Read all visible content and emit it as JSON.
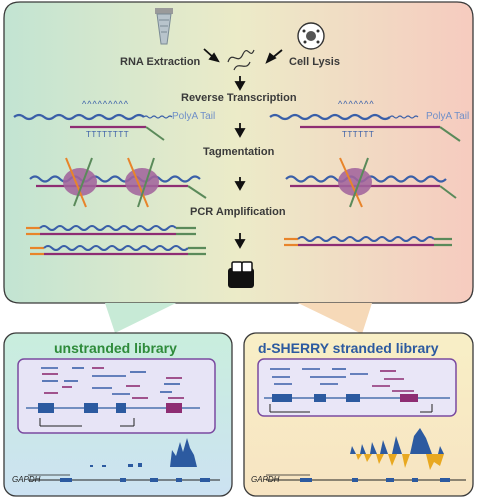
{
  "workflow": {
    "step_rna_extraction": "RNA Extraction",
    "step_cell_lysis": "Cell Lysis",
    "step_reverse_transcription": "Reverse Transcription",
    "step_tagmentation": "Tagmentation",
    "step_pcr_amplification": "PCR Amplification",
    "polya_tail_label": "PolyA Tail"
  },
  "libraries": {
    "unstranded_title": "unstranded library",
    "stranded_title": "d-SHERRY stranded library",
    "gene_label": "GAPDH"
  },
  "colors": {
    "rna_strand": "#3a5fa8",
    "cdna_strand": "#8e2d73",
    "adapter_orange": "#e8842a",
    "adapter_green": "#5a8a5a",
    "tn5": "#a2649c",
    "coverage_blue": "#2c5aa0",
    "coverage_yellow": "#e8a820",
    "unstranded_title": "#2e8b3a",
    "stranded_title": "#2c5aa0"
  }
}
